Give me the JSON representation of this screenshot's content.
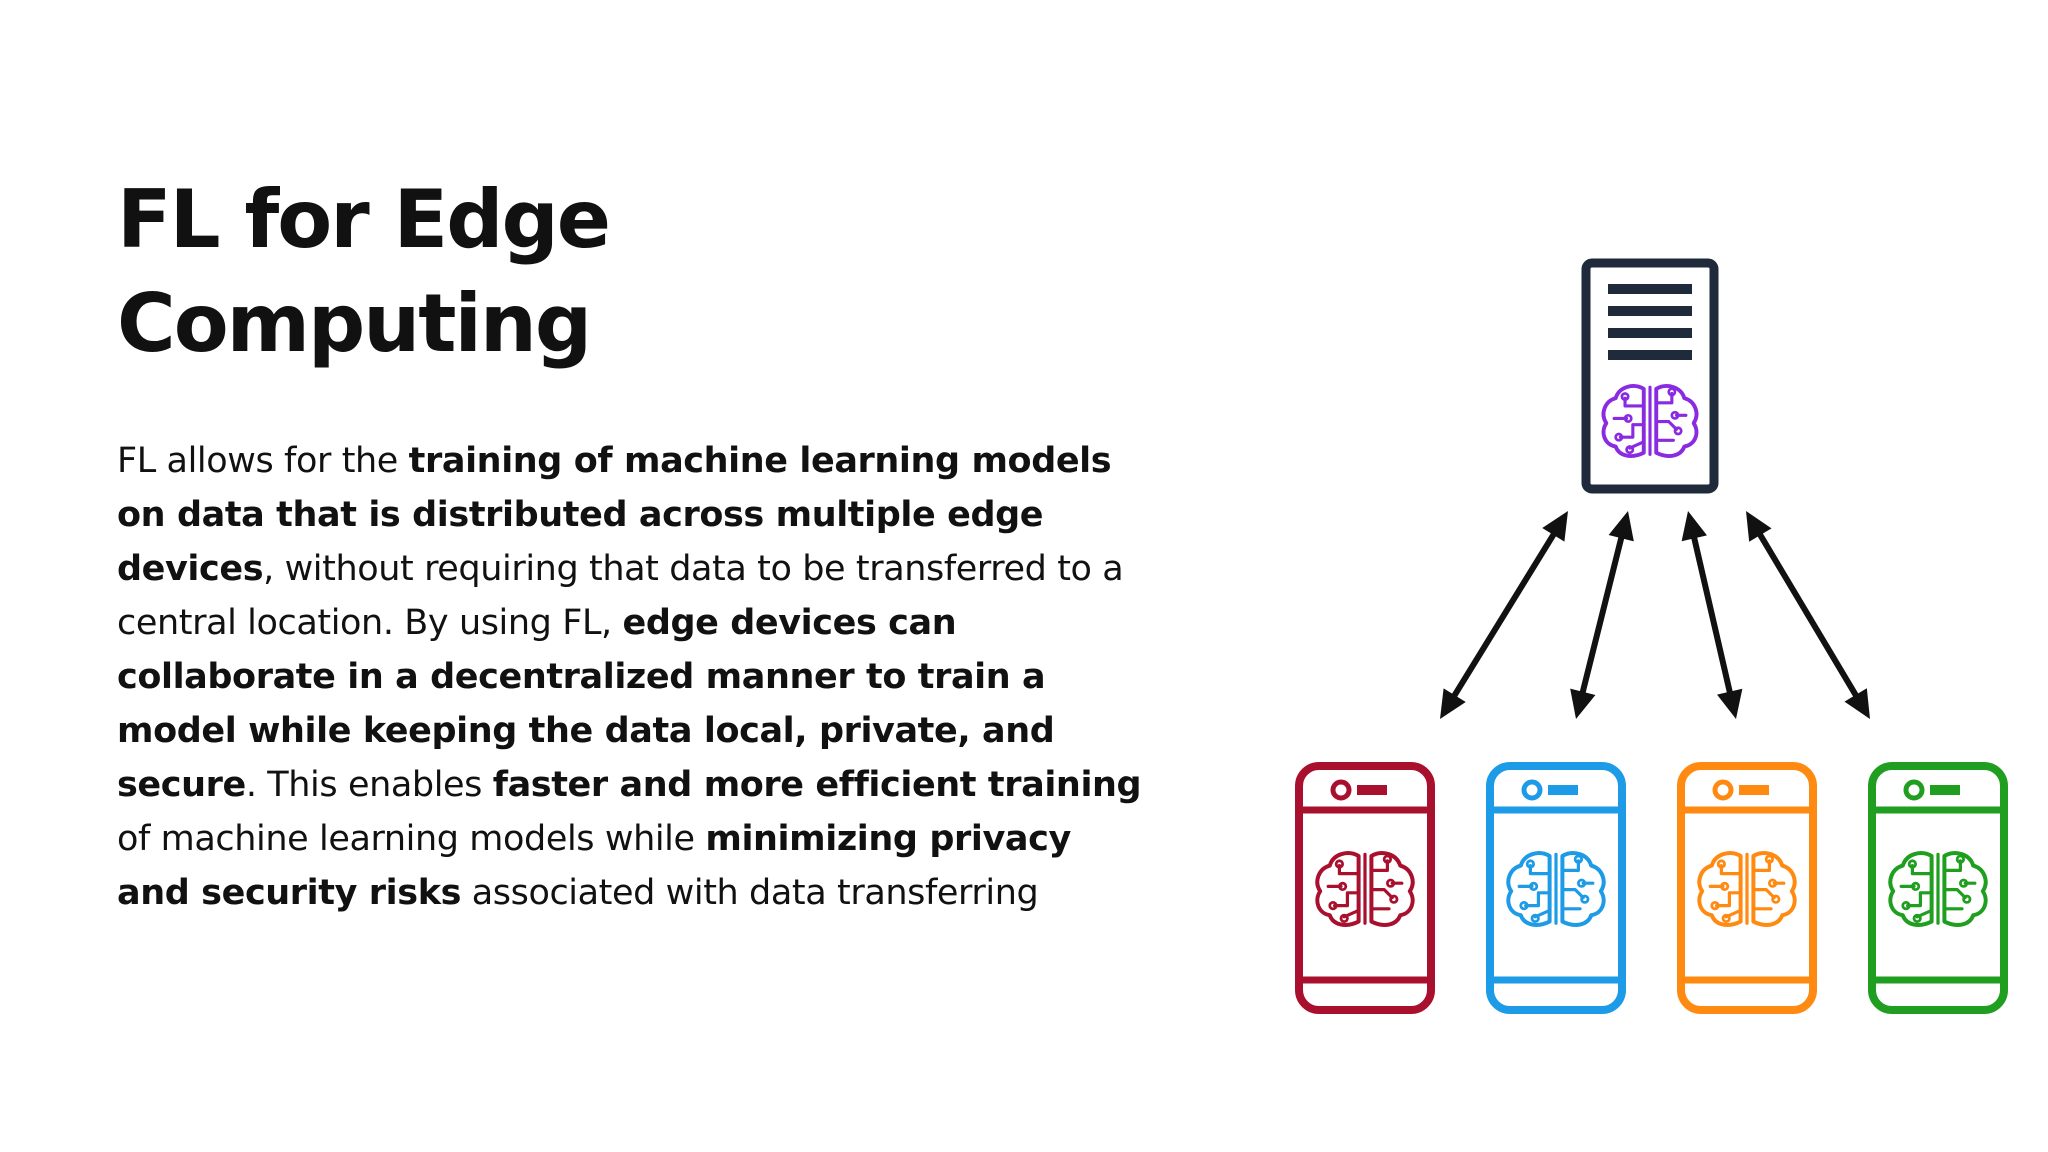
{
  "slide": {
    "title_line1": "FL for Edge",
    "title_line2": "Computing"
  },
  "paragraph": {
    "runs": [
      {
        "text": "FL allows for the ",
        "bold": false
      },
      {
        "text": "training of machine learning models on data that is distributed across multiple edge devices",
        "bold": true
      },
      {
        "text": ", without requiring that data to be transferred to a central location. By using FL, ",
        "bold": false
      },
      {
        "text": "edge devices can collaborate in a decentralized manner to train a model while keeping the data local, private, and secure",
        "bold": true
      },
      {
        "text": ". This enables ",
        "bold": false
      },
      {
        "text": "faster and more efficient training",
        "bold": true
      },
      {
        "text": " of machine learning models while ",
        "bold": false
      },
      {
        "text": "minimizing privacy and security risks",
        "bold": true
      },
      {
        "text": " associated with data transferring",
        "bold": false
      }
    ]
  },
  "diagram": {
    "server": {
      "icon": "server-icon",
      "frame_color": "#1f2a3a",
      "brain_color": "#8a2be2",
      "brain_icon": "brain-circuit-icon"
    },
    "connector": {
      "style": "bidirectional-arrow",
      "color": "#111111"
    },
    "devices": [
      {
        "name": "device-red",
        "icon": "smartphone-icon",
        "color": "#a8102e"
      },
      {
        "name": "device-blue",
        "icon": "smartphone-icon",
        "color": "#1e9be6"
      },
      {
        "name": "device-orange",
        "icon": "smartphone-icon",
        "color": "#ff8a12"
      },
      {
        "name": "device-green",
        "icon": "smartphone-icon",
        "color": "#1f9e1f"
      }
    ]
  }
}
